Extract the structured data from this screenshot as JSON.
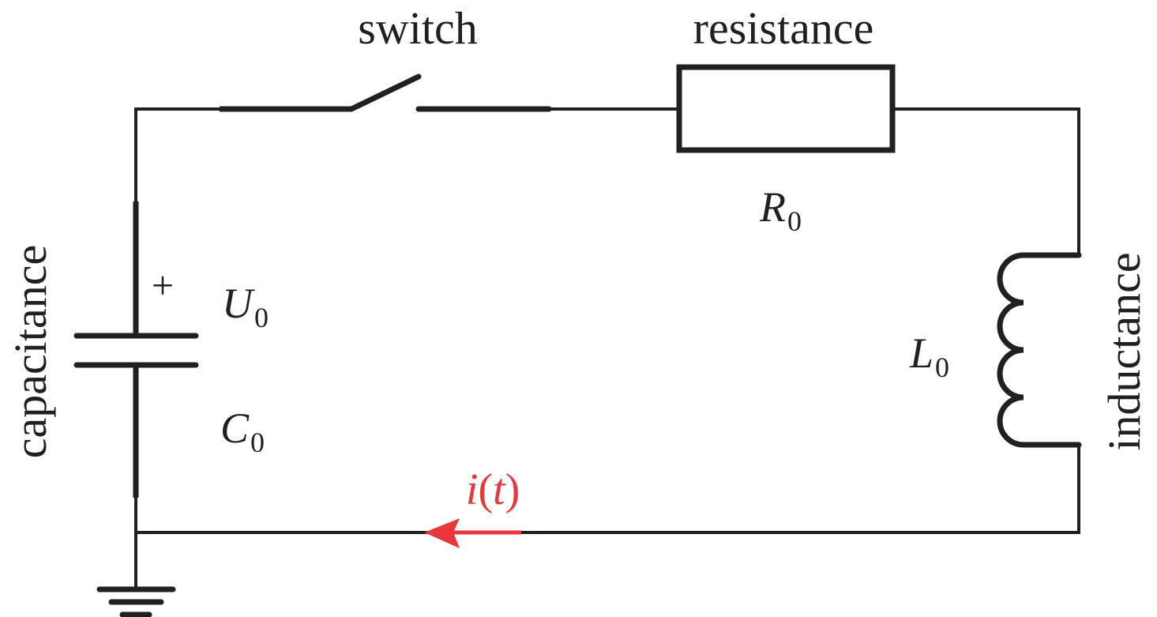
{
  "diagram": {
    "title": "RLC discharge circuit",
    "colors": {
      "wire": "#231f20",
      "current": "#e8383d"
    },
    "components": {
      "switch": {
        "label": "switch"
      },
      "resistor": {
        "label": "resistance",
        "symbol": "R",
        "subscript": "0"
      },
      "inductor": {
        "label": "inductance",
        "symbol": "L",
        "subscript": "0"
      },
      "capacitor": {
        "label": "capacitance",
        "symbol": "C",
        "subscript": "0",
        "voltage_symbol": "U",
        "voltage_subscript": "0",
        "polarity": "+"
      },
      "ground": {
        "label": ""
      }
    },
    "current": {
      "symbol": "i",
      "open_paren": "(",
      "variable": "t",
      "close_paren": ")",
      "direction": "leftward"
    }
  }
}
